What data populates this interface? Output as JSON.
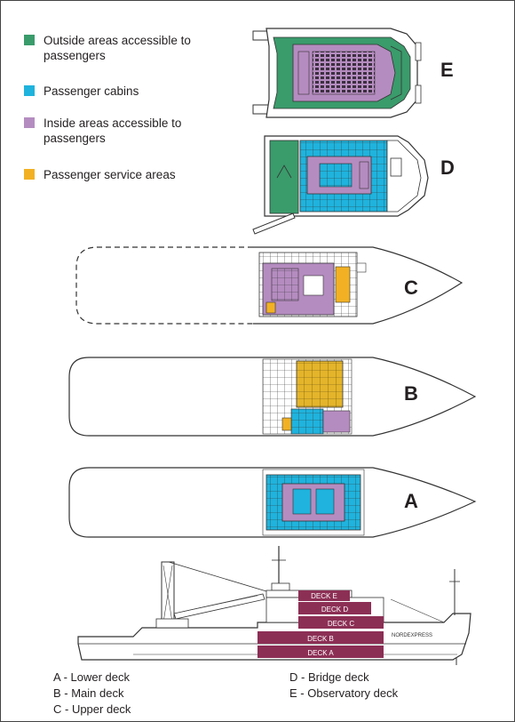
{
  "colors": {
    "outside": "#3a9b6b",
    "cabins": "#1fb3dd",
    "inside": "#b58cc0",
    "service": "#f2b124",
    "deck_band": "#8c2f55"
  },
  "legend": [
    {
      "label": "Outside areas accessible to passengers",
      "color_key": "outside"
    },
    {
      "label": "Passenger cabins",
      "color_key": "cabins"
    },
    {
      "label": "Inside areas accessible to passengers",
      "color_key": "inside"
    },
    {
      "label": "Passenger service areas",
      "color_key": "service"
    }
  ],
  "deck_letters": [
    "E",
    "D",
    "C",
    "B",
    "A"
  ],
  "profile_labels": [
    "DECK E",
    "DECK D",
    "DECK C",
    "DECK B",
    "DECK A"
  ],
  "ship_name": "NORDEXPRESS",
  "key": {
    "a": "A - Lower deck",
    "b": "B - Main deck",
    "c": "C - Upper deck",
    "d": "D - Bridge deck",
    "e": "E - Observatory deck"
  }
}
